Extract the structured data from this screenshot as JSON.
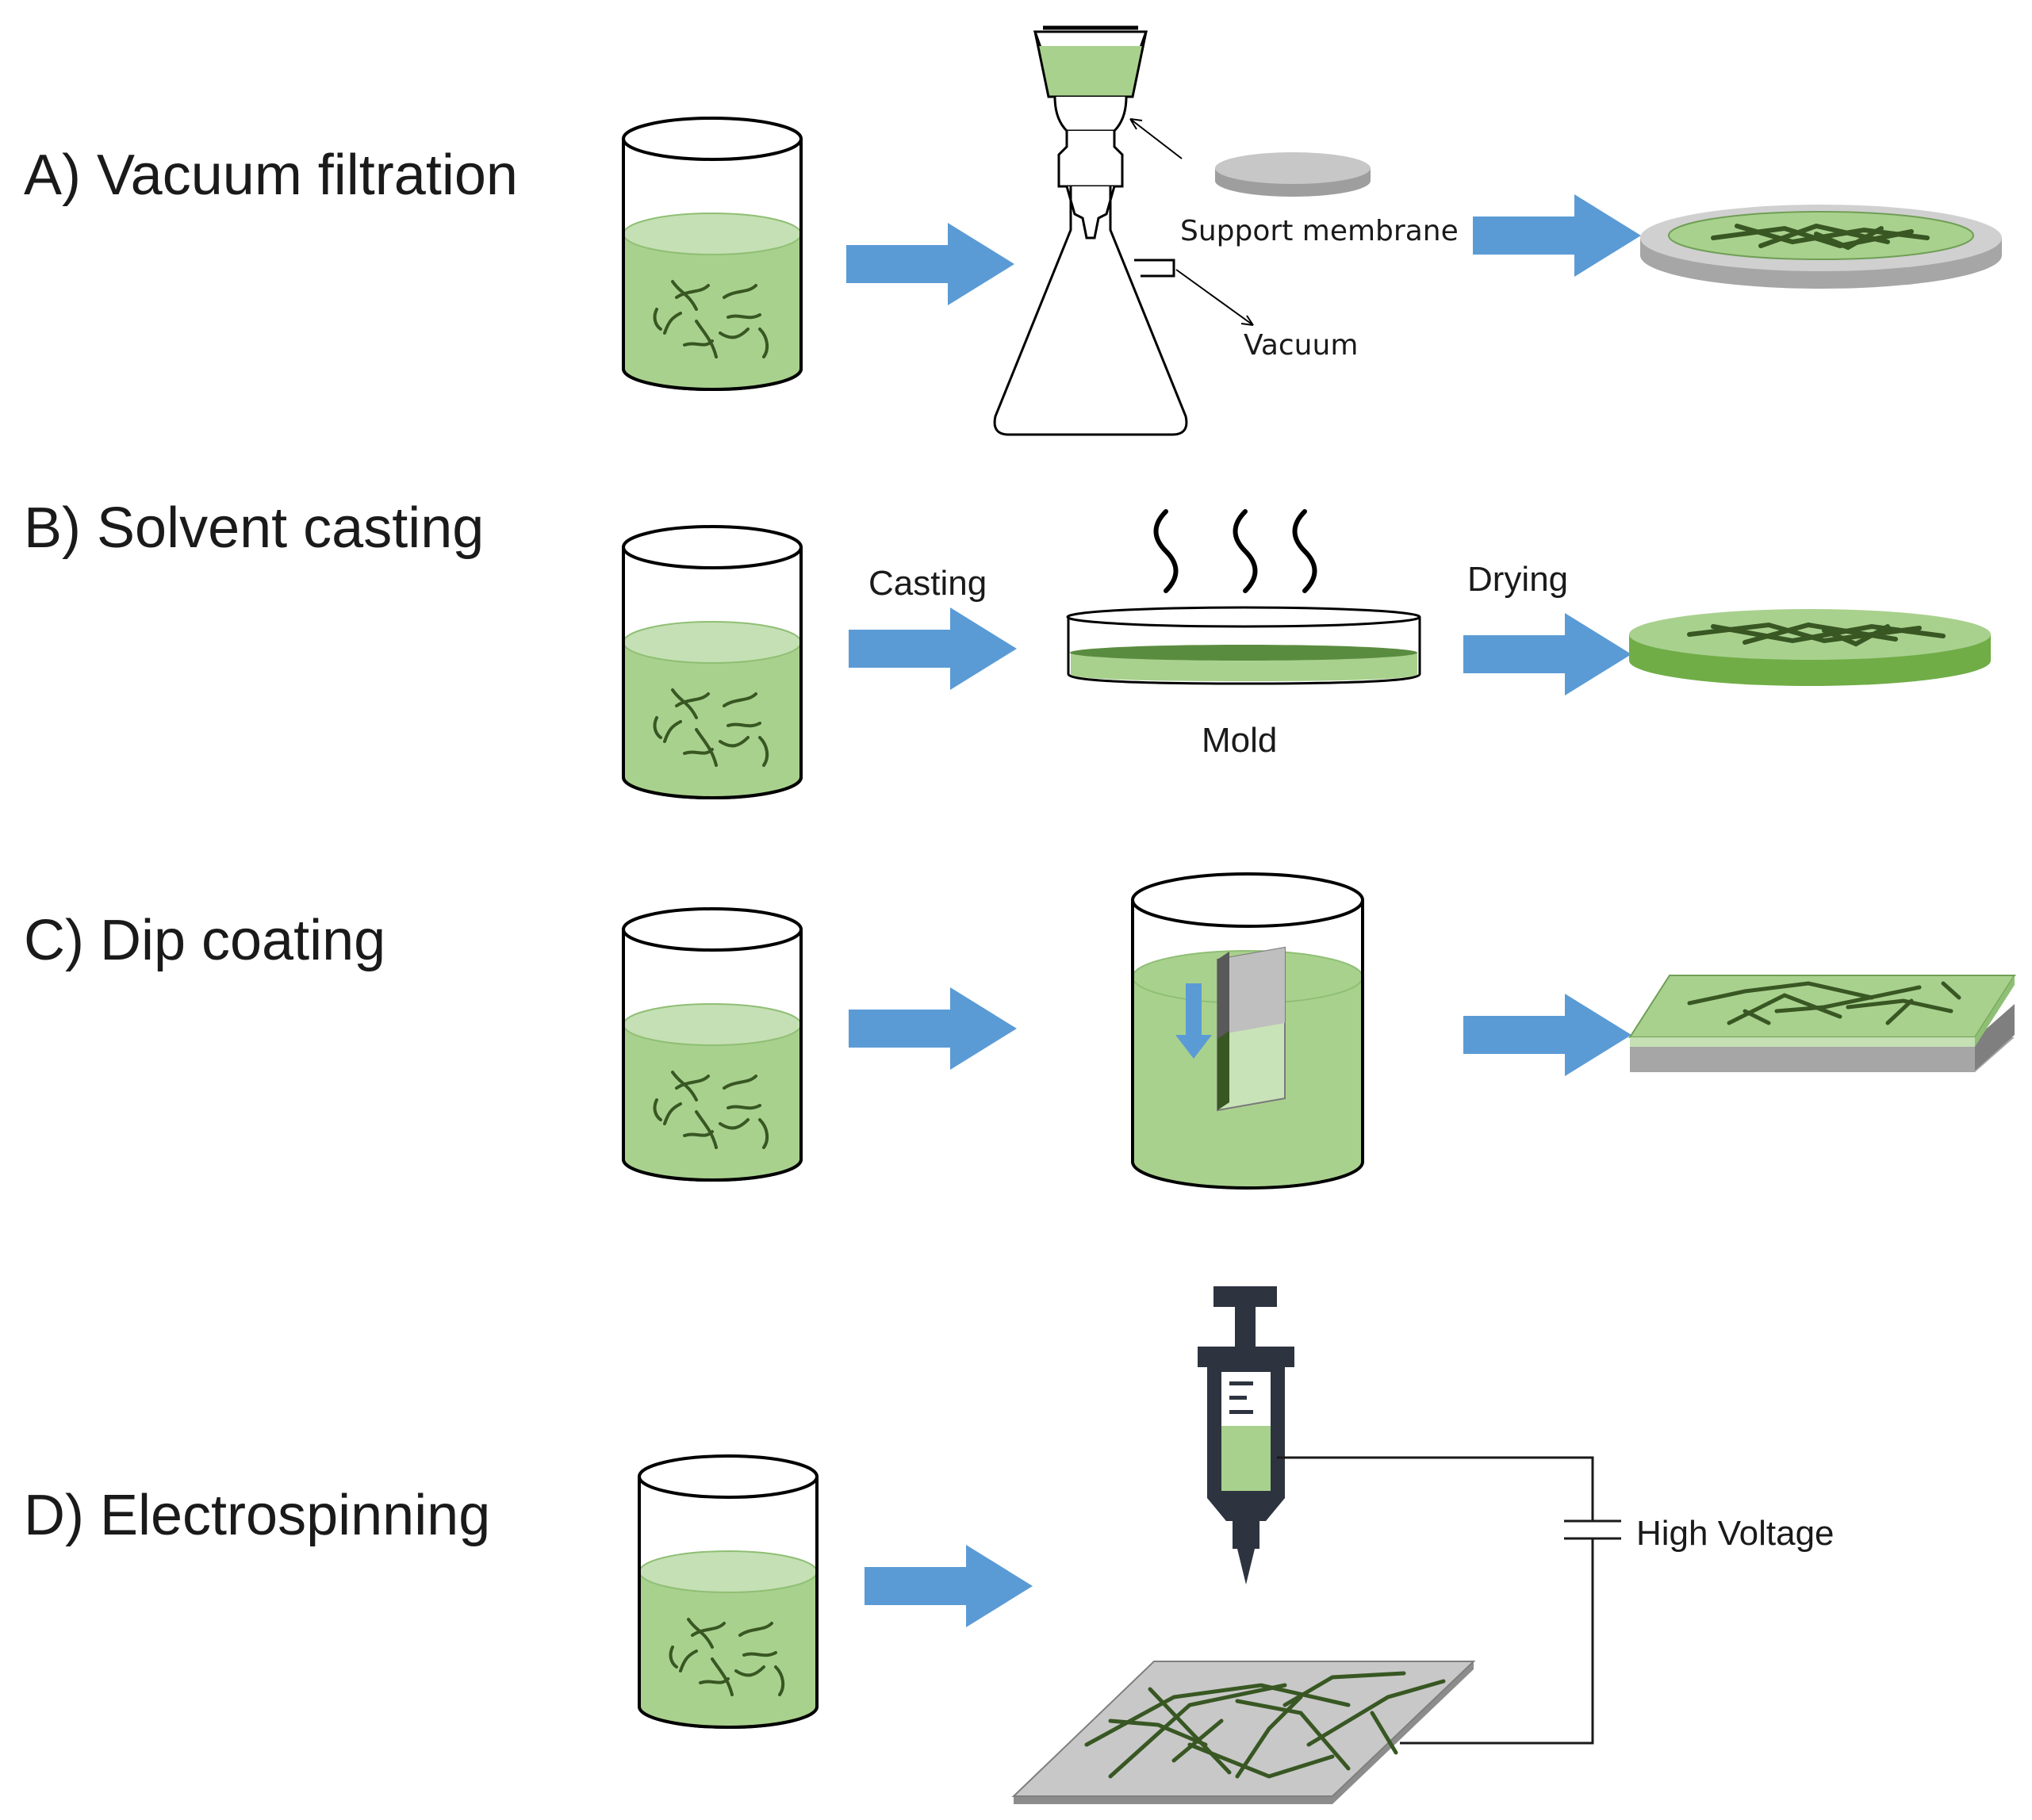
{
  "sections": {
    "a": {
      "title": "A) Vacuum filtration",
      "support_membrane": "Support membrane",
      "vacuum": "Vacuum"
    },
    "b": {
      "title": "B) Solvent casting",
      "casting": "Casting",
      "drying": "Drying",
      "mold": "Mold"
    },
    "c": {
      "title": "C) Dip coating"
    },
    "d": {
      "title": "D) Electrospinning",
      "high_voltage": "High Voltage"
    }
  },
  "colors": {
    "arrow": "#5b9bd5",
    "solution": "#a9d18e",
    "solution_light": "#c5e0b4",
    "fiber": "#385723",
    "disk_gray": "#bfbfbf",
    "syringe": "#2e3340"
  }
}
